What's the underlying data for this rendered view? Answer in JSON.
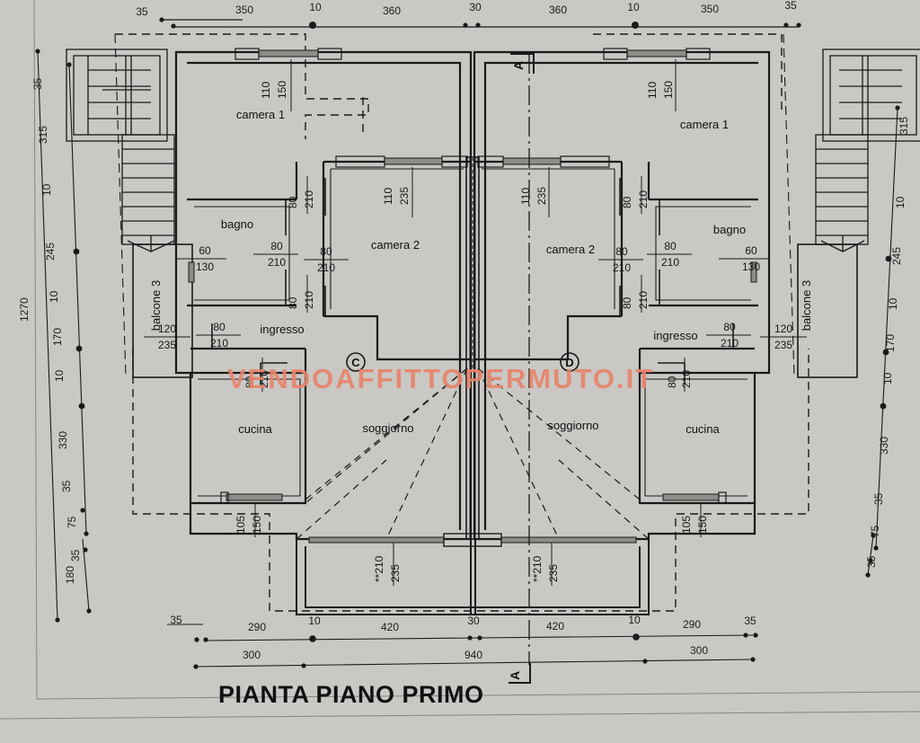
{
  "document": {
    "title": "PIANTA PIANO PRIMO",
    "kind": "architectural-floor-plan",
    "paper_color": "#c9c8c4",
    "ink_color": "#1a1a1a"
  },
  "watermark": {
    "text": "VENDOAFFITTOPERMUTO.IT",
    "color": "#e8846c"
  },
  "section_markers": {
    "top_label": "A",
    "bottom_label": "A"
  },
  "unit_markers": [
    {
      "id": "C",
      "label": "C"
    },
    {
      "id": "D",
      "label": "D"
    }
  ],
  "rooms": {
    "left": [
      {
        "name": "camera 1"
      },
      {
        "name": "bagno"
      },
      {
        "name": "camera 2"
      },
      {
        "name": "ingresso"
      },
      {
        "name": "cucina"
      },
      {
        "name": "soggiorno"
      },
      {
        "name": "balcone 3"
      }
    ],
    "right": [
      {
        "name": "camera 1"
      },
      {
        "name": "bagno"
      },
      {
        "name": "camera 2"
      },
      {
        "name": "ingresso"
      },
      {
        "name": "cucina"
      },
      {
        "name": "soggiorno"
      },
      {
        "name": "balcone 3"
      }
    ]
  },
  "room_labels": {
    "camera1_left": "camera 1",
    "camera1_right": "camera 1",
    "bagno_left": "bagno",
    "bagno_right": "bagno",
    "camera2_left": "camera 2",
    "camera2_right": "camera 2",
    "ingresso_left": "ingresso",
    "ingresso_right": "ingresso",
    "cucina_left": "cucina",
    "cucina_right": "cucina",
    "soggiorno_left": "soggiorno",
    "soggiorno_right": "soggiorno",
    "balcone_left": "balcone 3",
    "balcone_right": "balcone 3"
  },
  "openings": {
    "window_camera1_w": "110",
    "window_camera1_h": "150",
    "window_camera2_w": "110",
    "window_camera2_h": "235",
    "door_std_w": "80",
    "door_std_h": "210",
    "door_bagno_w": "60",
    "door_bagno_h": "130",
    "door_balcone_w": "120",
    "door_balcone_h": "235",
    "window_cucina_w": "105",
    "window_cucina_h": "150",
    "door_terrazzo_w": "**210",
    "door_terrazzo_h": "235"
  },
  "dimensions": {
    "top_chain": [
      "35",
      "350",
      "10",
      "360",
      "30",
      "360",
      "10",
      "350",
      "35"
    ],
    "bottom_chain": [
      "35",
      "290",
      "10",
      "420",
      "30",
      "420",
      "10",
      "290",
      "35"
    ],
    "bottom_totals": [
      "300",
      "940",
      "300"
    ],
    "left_chain": [
      "35",
      "315",
      "10",
      "245",
      "10",
      "170",
      "10",
      "330",
      "35",
      "75",
      "35"
    ],
    "left_extra": "180",
    "left_total": "1270",
    "right_chain": [
      "315",
      "10",
      "245",
      "10",
      "170",
      "10",
      "330",
      "35",
      "75",
      "35"
    ]
  }
}
